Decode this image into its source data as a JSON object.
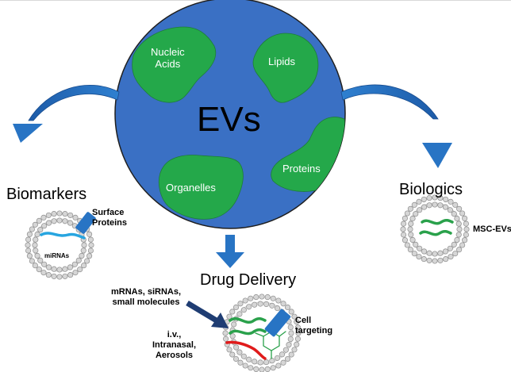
{
  "center": {
    "title": "EVs",
    "regions": [
      {
        "name": "nucleic-acids",
        "label": "Nucleic\nAcids"
      },
      {
        "name": "lipids",
        "label": "Lipids"
      },
      {
        "name": "proteins",
        "label": "Proteins"
      },
      {
        "name": "organelles",
        "label": "Organelles"
      }
    ]
  },
  "biomarkers": {
    "title": "Biomarkers",
    "surface_label": "Surface\nProteins",
    "mirna_label": "miRNAs"
  },
  "biologics": {
    "title": "Biologics",
    "vesicle_label": "MSC-EVs"
  },
  "drug_delivery": {
    "title": "Drug Delivery",
    "cargo_label": "mRNAs, siRNAs,\nsmall molecules",
    "routes_label": "i.v.,\nIntranasal,\nAerosols",
    "targeting_label": "Cell\ntargeting"
  },
  "colors": {
    "ocean": "#3a70c4",
    "land": "#24a84a",
    "arrow": "#2874c4",
    "arrow_dark": "#1f3d73",
    "membrane": "#b9b9b9",
    "cargo_green": "#2aa14b",
    "cargo_red": "#e01b1b",
    "cargo_blue": "#27a5e0"
  }
}
